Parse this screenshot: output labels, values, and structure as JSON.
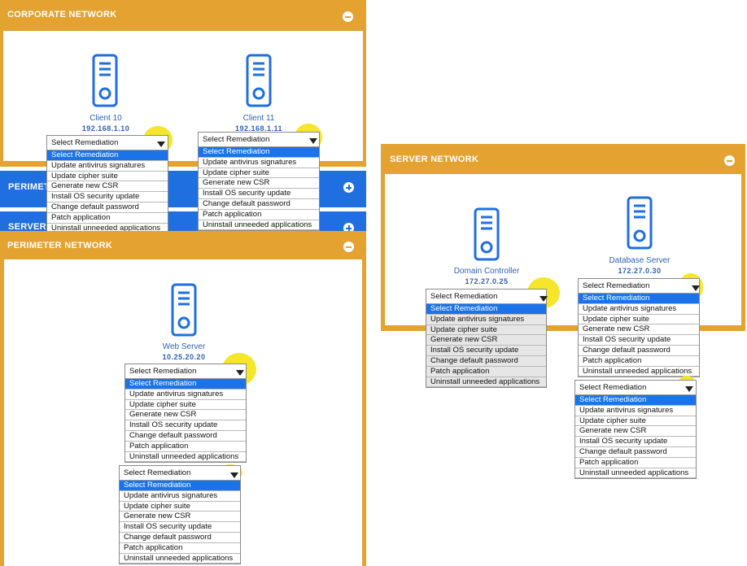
{
  "corporate": {
    "title": "CORPORATE NETWORK",
    "client10": {
      "name": "Client 10",
      "ip": "192.168.1.10"
    },
    "client11": {
      "name": "Client 11",
      "ip": "192.168.1.11"
    }
  },
  "collapsed_bars": {
    "perimeter": "PERIMETER NETWORK",
    "server": "SERVER NETWORK"
  },
  "perimeter": {
    "title": "PERIMETER NETWORK",
    "web_server": {
      "name": "Web Server",
      "ip": "10.25.20.20"
    }
  },
  "server": {
    "title": "SERVER NETWORK",
    "domain_controller": {
      "name": "Domain Controller",
      "ip": "172.27.0.25"
    },
    "database_server": {
      "name": "Database Server",
      "ip": "172.27.0.30"
    }
  },
  "dropdown": {
    "header": "Select Remediation",
    "options": [
      "Select Remediation",
      "Update antivirus signatures",
      "Update cipher suite",
      "Generate new CSR",
      "Install OS security update",
      "Change default password",
      "Patch application",
      "Uninstall unneeded applications"
    ]
  },
  "colors": {
    "panel": "#e4a230",
    "blue_bar": "#1f6fe0",
    "label": "#2f62b8",
    "selected": "#1a73e8",
    "highlight": "#f5e62a"
  },
  "icons": [
    "server-icon",
    "minus-icon",
    "plus-icon",
    "cursor-icon"
  ]
}
